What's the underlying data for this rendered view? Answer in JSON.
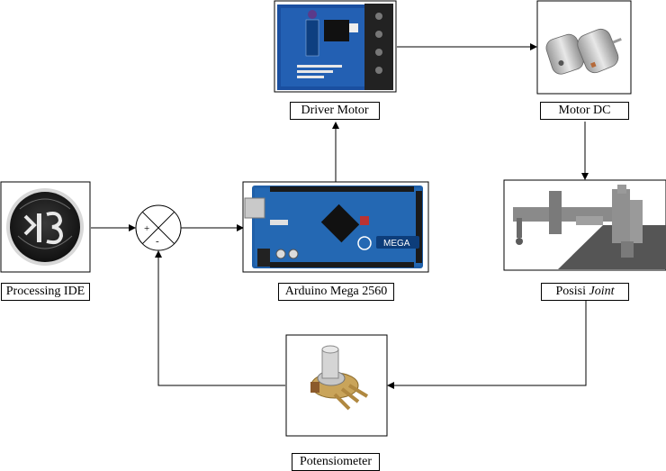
{
  "nodes": {
    "processing": {
      "label": "Processing IDE",
      "logo_text": "p3"
    },
    "arduino": {
      "label": "Arduino Mega 2560",
      "board_text": "MEGA"
    },
    "driver": {
      "label": "Driver Motor"
    },
    "motor": {
      "label": "Motor DC"
    },
    "joint": {
      "label_prefix": "Posisi ",
      "label_em": "Joint"
    },
    "pot": {
      "label": "Potensiometer"
    }
  },
  "summing_junction": {
    "plus": "+",
    "minus": "-"
  },
  "colors": {
    "board_blue": "#1f5fa8",
    "board_dark": "#0d3d7a",
    "logo_bg": "#1c1c1c",
    "robot_grey": "#8a8a8a",
    "floor_grey": "#555555",
    "brass": "#c9a45a"
  }
}
